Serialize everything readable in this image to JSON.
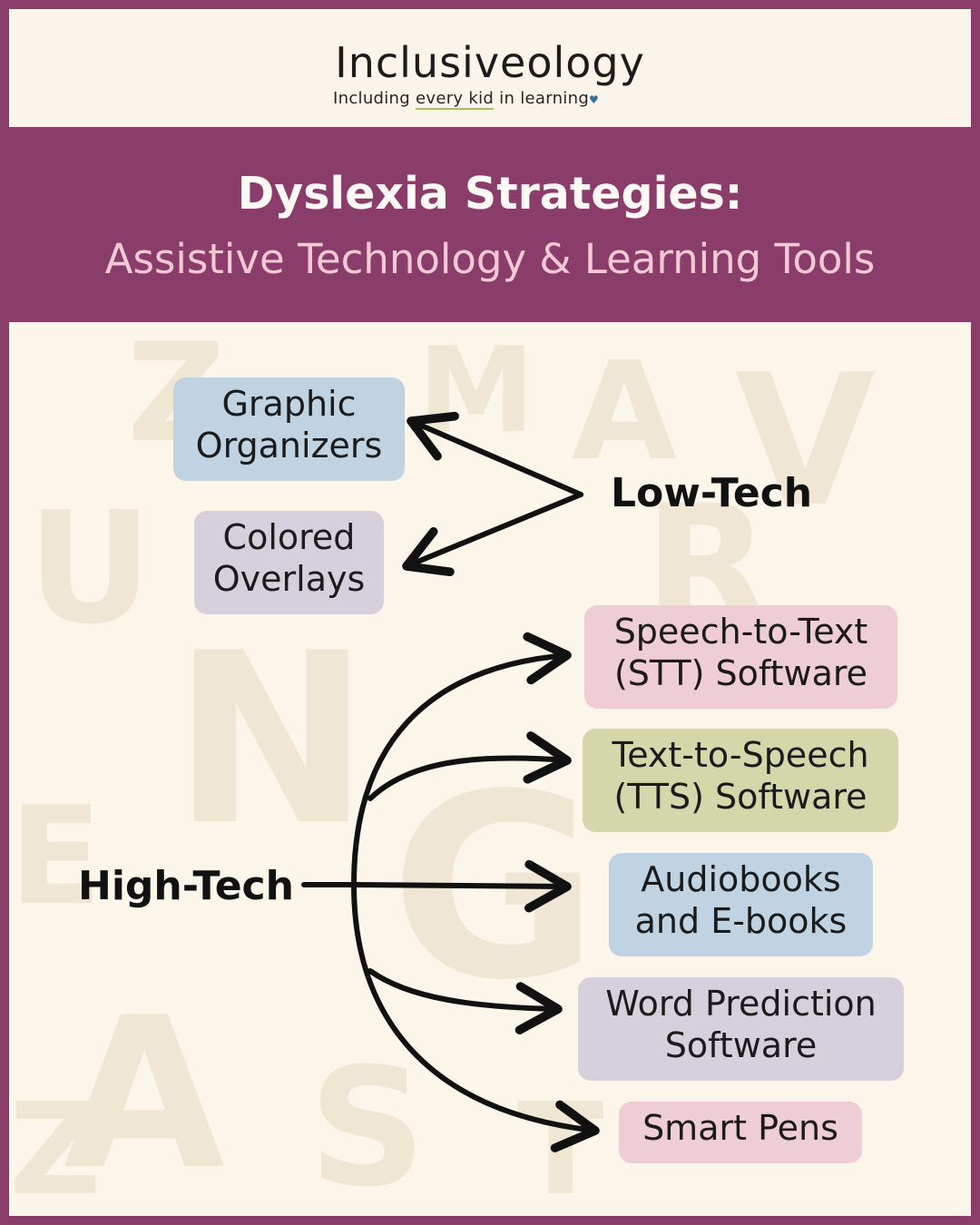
{
  "header": {
    "brand": "Inclusiveology",
    "tagline_before": "Including ",
    "tagline_underlined": "every kid",
    "tagline_after": " in learning"
  },
  "title": {
    "main": "Dyslexia Strategies:",
    "sub": "Assistive Technology & Learning Tools"
  },
  "groups": {
    "low_tech": "Low-Tech",
    "high_tech": "High-Tech"
  },
  "low_tech_items": [
    {
      "line1": "Graphic",
      "line2": "Organizers",
      "color": "#bfd3e3"
    },
    {
      "line1": "Colored",
      "line2": "Overlays",
      "color": "#d6d0dd"
    }
  ],
  "high_tech_items": [
    {
      "line1": "Speech-to-Text",
      "line2": "(STT) Software",
      "color": "#efcdd4"
    },
    {
      "line1": "Text-to-Speech",
      "line2": "(TTS) Software",
      "color": "#d4d7a9"
    },
    {
      "line1": "Audiobooks",
      "line2": "and E-books",
      "color": "#bfd3e3"
    },
    {
      "line1": "Word Prediction",
      "line2": "Software",
      "color": "#d6d0dd"
    },
    {
      "line1": "Smart Pens",
      "line2": "",
      "color": "#efcdd4"
    }
  ],
  "colors": {
    "frame": "#8a3d6b",
    "cream": "#fbf4ea",
    "title_text": "#fff8f3",
    "subtitle_text": "#f4c9d3"
  }
}
